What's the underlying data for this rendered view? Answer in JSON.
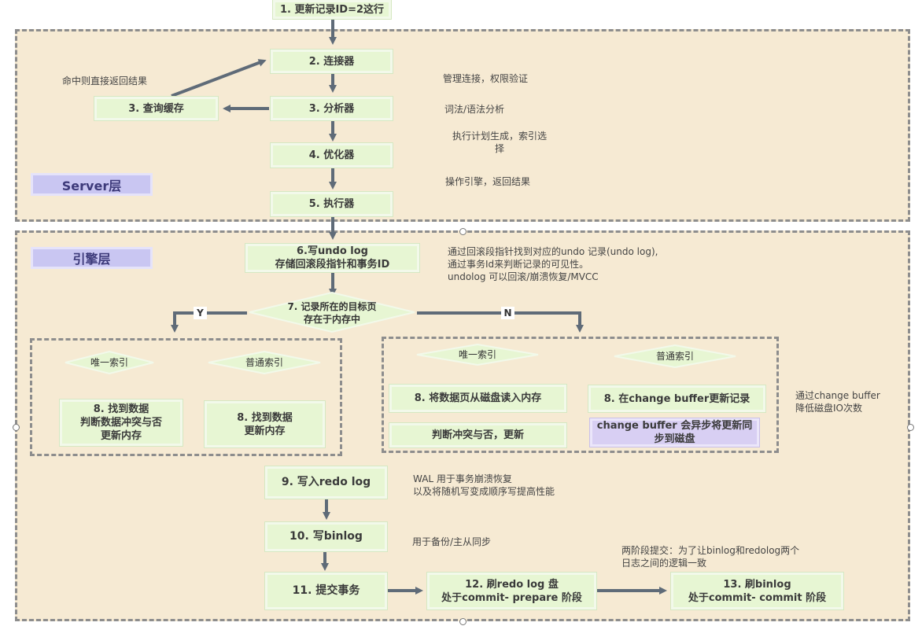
{
  "layers": {
    "server": "Server层",
    "engine": "引擎层"
  },
  "nodes": {
    "start": "1. 更新记录ID=2这行",
    "connector": "2. 连接器",
    "query_cache": "3. 查询缓存",
    "analyzer": "3. 分析器",
    "optimizer": "4. 优化器",
    "executor": "5. 执行器",
    "undo_log_l1": "6.写undo log",
    "undo_log_l2": "存储回滚段指针和事务ID",
    "page_in_mem_l1": "7. 记录所在的目标页",
    "page_in_mem_l2": "存在于内存中",
    "yes_unique": "唯一索引",
    "yes_normal": "普通索引",
    "yes_unique_action_l1": "8. 找到数据",
    "yes_unique_action_l2": "判断数据冲突与否",
    "yes_unique_action_l3": "更新内存",
    "yes_normal_action_l1": "8. 找到数据",
    "yes_normal_action_l2": "更新内存",
    "no_unique": "唯一索引",
    "no_normal": "普通索引",
    "no_unique_read": "8. 将数据页从磁盘读入内存",
    "no_unique_update": "判断冲突与否，更新",
    "no_normal_cb": "8. 在change buffer更新记录",
    "no_normal_async_l1": "change buffer 会异步将更新同",
    "no_normal_async_l2": "步到磁盘",
    "redo_log": "9. 写入redo log",
    "binlog": "10. 写binlog",
    "commit": "11. 提交事务",
    "redo_prepare_l1": "12. 刷redo log 盘",
    "redo_prepare_l2": "处于commit- prepare 阶段",
    "binlog_commit_l1": "13. 刷binlog",
    "binlog_commit_l2": "处于commit- commit 阶段"
  },
  "edge_labels": {
    "yes": "Y",
    "no": "N"
  },
  "notes": {
    "cache_hit": "命中则直接返回结果",
    "connector": "管理连接，权限验证",
    "analyzer": "词法/语法分析",
    "optimizer_l1": "执行计划生成，索引选",
    "optimizer_l2": "择",
    "executor": "操作引擎，返回结果",
    "undo_l1": "通过回滚段指针找到对应的undo 记录(undo log),",
    "undo_l2": "通过事务Id来判断记录的可见性。",
    "undo_l3": "undolog 可以回滚/崩溃恢复/MVCC",
    "cb_l1": "通过change buffer",
    "cb_l2": "降低磁盘IO次数",
    "wal_l1": "WAL 用于事务崩溃恢复",
    "wal_l2": "以及将随机写变成顺序写提高性能",
    "binlog": "用于备份/主从同步",
    "two_phase_l1": "两阶段提交：为了让binlog和redolog两个",
    "two_phase_l2": "日志之间的逻辑一致"
  },
  "colors": {
    "region": "#f6ead3",
    "node": "#e7f6d3",
    "layer_label": "#c9c6f2",
    "arrow": "#5f6b78",
    "async_node": "#d8cff3"
  }
}
